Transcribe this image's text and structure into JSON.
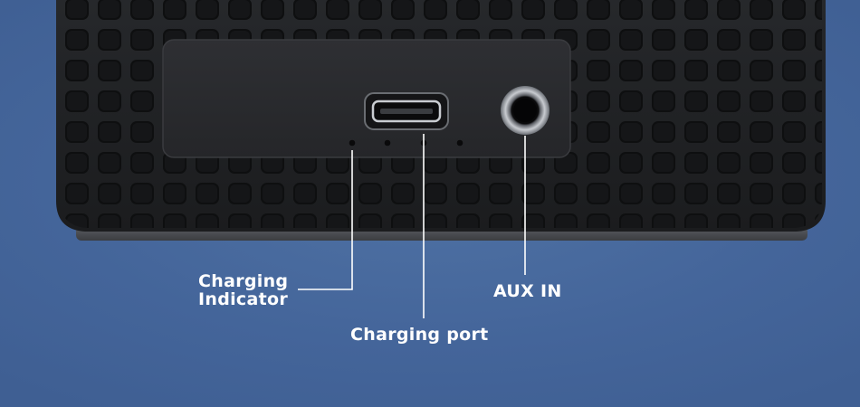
{
  "labels": {
    "charging_indicator": [
      "Charging",
      "Indicator"
    ],
    "charging_port": "Charging port",
    "aux_in": "AUX IN"
  },
  "colors": {
    "background": "#4a6b9a",
    "speaker_body": "#1c1d1f",
    "panel": "#2a2b2e",
    "callout_line": "#ffffff",
    "label_text": "#ffffff"
  },
  "icons": {
    "port": "micro-usb-port",
    "jack": "aux-3.5mm-jack",
    "indicator": "led-dot"
  }
}
